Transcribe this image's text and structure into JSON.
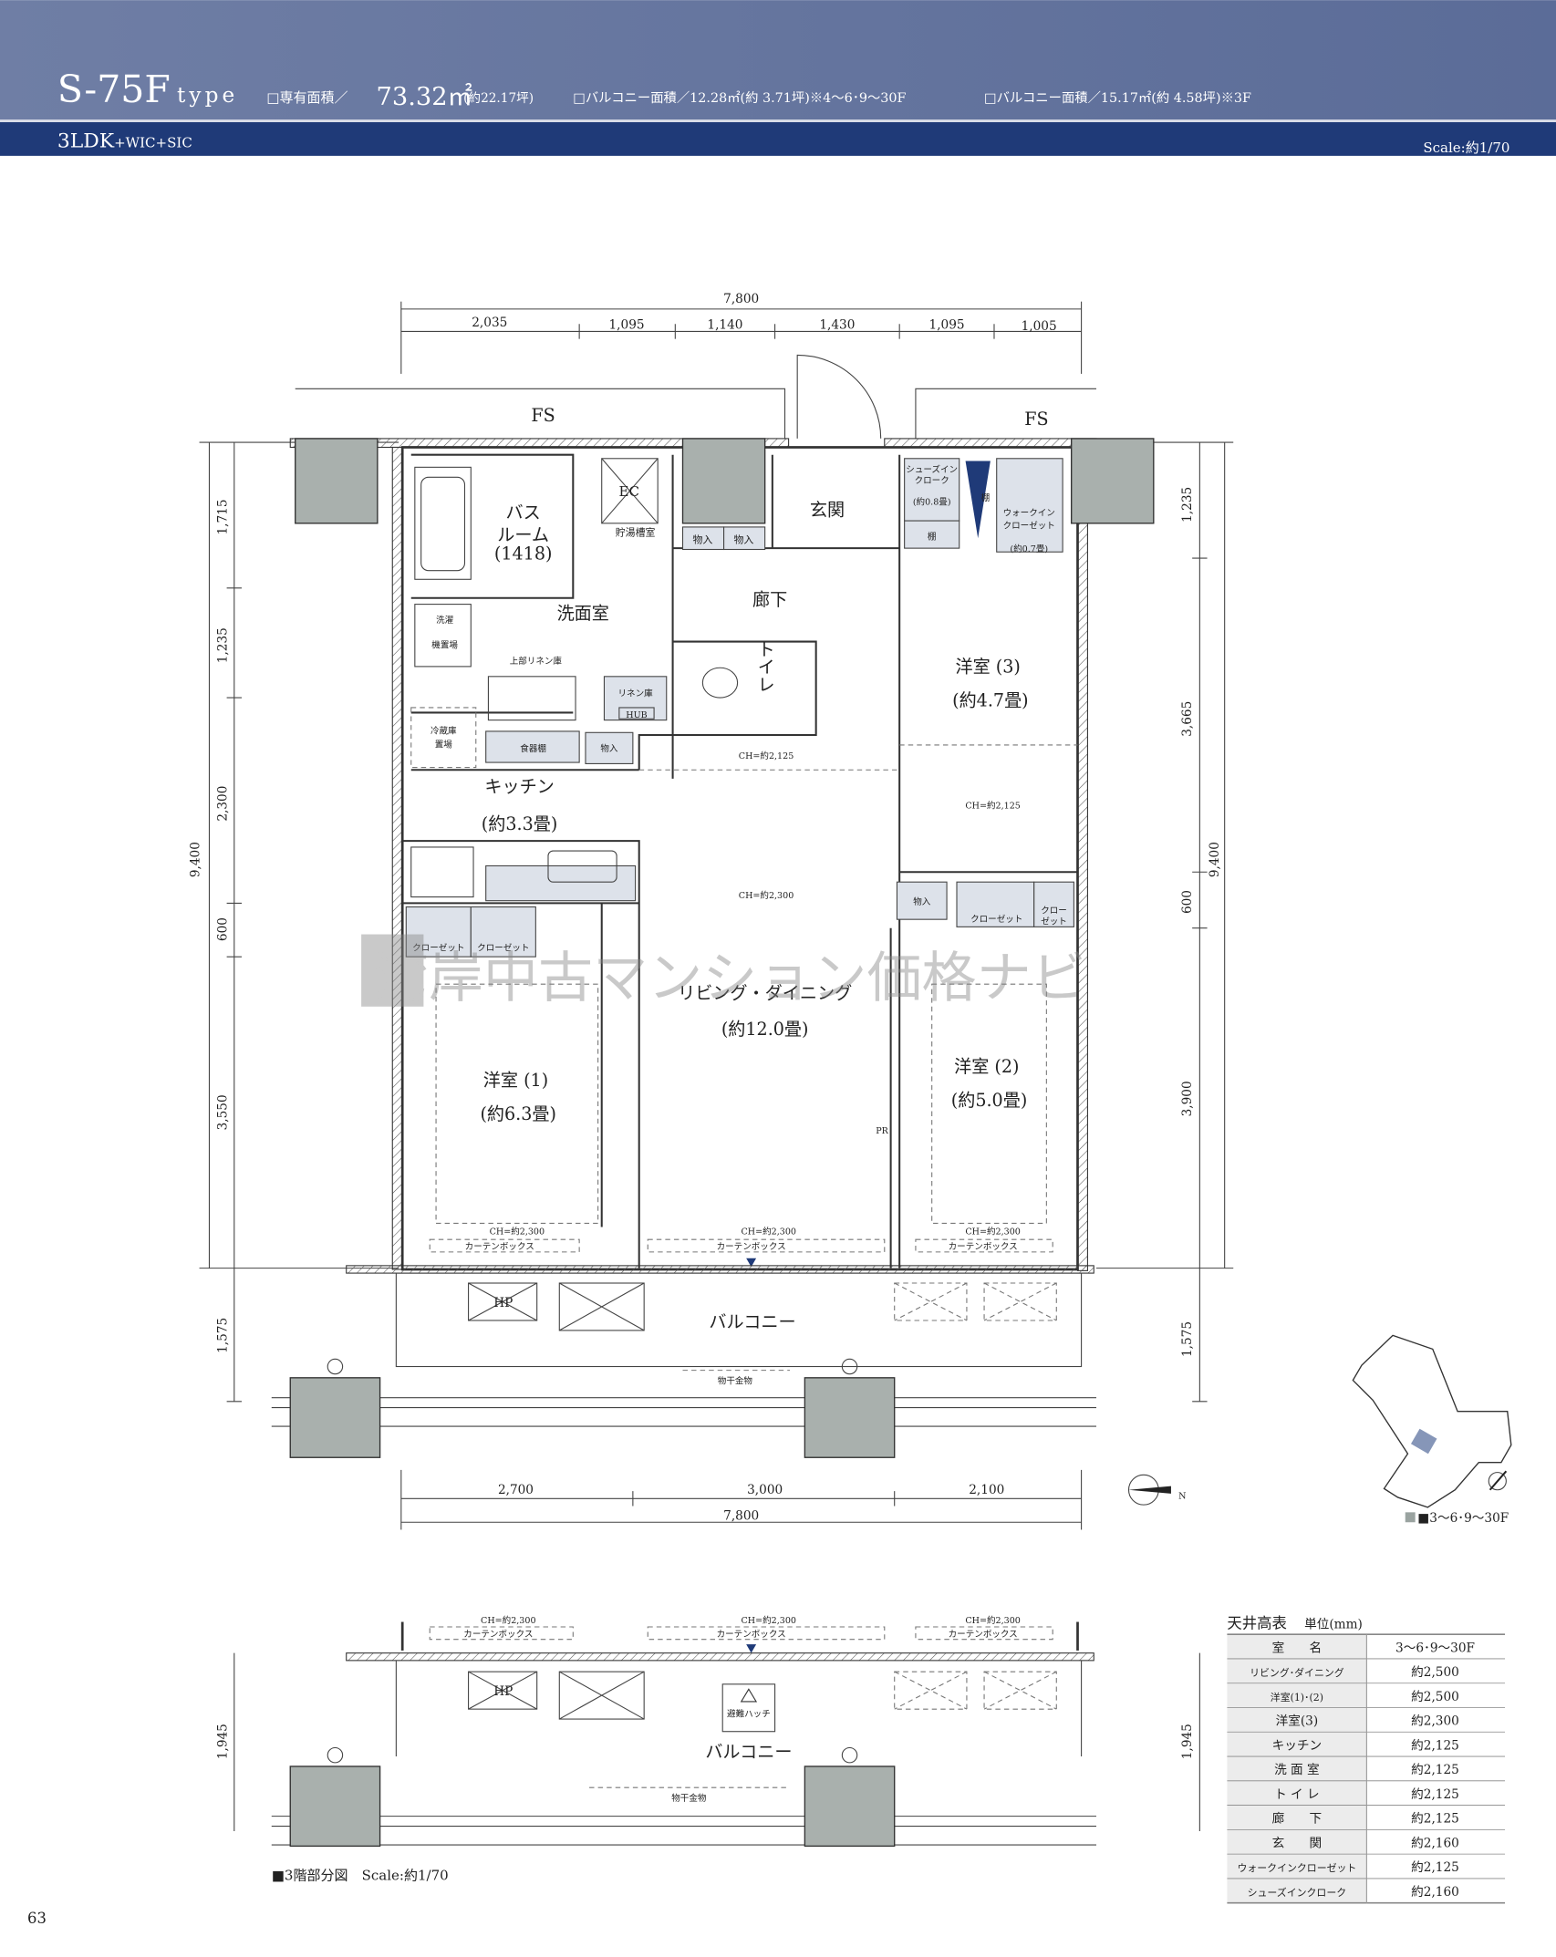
{
  "header": {
    "type_name": "S-75F",
    "type_suffix": "type",
    "area_label": "□専有面積／",
    "area_value": "73.32㎡",
    "area_tsubo": "(約22.17坪)",
    "balcony1": "□バルコニー面積／12.28㎡(約 3.71坪)※4～6･9～30F",
    "balcony2": "□バルコニー面積／15.17㎡(約 4.58坪)※3F",
    "layout": "3LDK",
    "layout_suffix": "+WIC+SIC",
    "scale": "Scale:約1/70",
    "colors": {
      "band_light": "#5f6f99",
      "band_dark": "#1f3a78"
    }
  },
  "dimensions": {
    "top_total": "7,800",
    "top": [
      "2,035",
      "1,095",
      "1,140",
      "1,430",
      "1,095",
      "1,005"
    ],
    "left_total": "9,400",
    "left": [
      "1,715",
      "1,235",
      "2,300",
      "600",
      "3,550",
      "1,575"
    ],
    "right_total": "9,400",
    "right": [
      "1,235",
      "3,665",
      "600",
      "3,900",
      "1,575"
    ],
    "bottom": [
      "2,700",
      "3,000",
      "2,100"
    ],
    "bottom_total": "7,800",
    "partial_left": "1,945",
    "partial_right": "1,945"
  },
  "plan": {
    "fs": "FS",
    "bath1": "バス",
    "bath2": "ルーム",
    "bath3": "(1418)",
    "ec": "EC",
    "water_heater": "貯湯槽室",
    "storage": "物入",
    "entrance": "玄関",
    "shoes1": "シューズイン",
    "shoes2": "クローク",
    "shoes3": "(約0.8畳)",
    "shelf": "棚",
    "wic1": "ウォークイン",
    "wic2": "クローゼット",
    "wic3": "(約0.7畳)",
    "washroom": "洗面室",
    "hallway": "廊下",
    "toilet": "トイレ",
    "washer1": "洗濯",
    "washer2": "機置場",
    "upper_linen": "上部リネン庫",
    "linen": "リネン庫",
    "hub": "HUB",
    "fridge1": "冷蔵庫",
    "fridge2": "置場",
    "cupboard": "食器棚",
    "kitchen": "キッチン",
    "kitchen_size": "(約3.3畳)",
    "room3": "洋室 (3)",
    "room3_size": "(約4.7畳)",
    "ld": "リビング・ダイニング",
    "ld_size": "(約12.0畳)",
    "room1": "洋室 (1)",
    "room1_size": "(約6.3畳)",
    "room2": "洋室 (2)",
    "room2_size": "(約5.0畳)",
    "closet": "クローゼット",
    "closet_a": "クロー",
    "closet_b": "ゼット",
    "ch_2125": "CH=約2,125",
    "ch_2300": "CH=約2,300",
    "curtain_box": "カーテンボックス",
    "balcony": "バルコニー",
    "hanger": "物干金物",
    "hp": "HP",
    "pr": "PR",
    "escape_hatch": "避難ハッチ",
    "n_mark": "N"
  },
  "keymap": {
    "legend": "■3～6･9～30F",
    "colors": {
      "unit": "#8696b8",
      "legend": "#9aa3a0"
    }
  },
  "partial": {
    "caption": "■3階部分図　Scale:約1/70"
  },
  "ceiling_table": {
    "title": "天井高表",
    "unit": "単位(mm)",
    "headers": [
      "室　　名",
      "3～6･9～30F"
    ],
    "rows": [
      [
        "リビング･ダイニング",
        "約2,500"
      ],
      [
        "洋室(1)･(2)",
        "約2,500"
      ],
      [
        "洋室(3)",
        "約2,300"
      ],
      [
        "キッチン",
        "約2,125"
      ],
      [
        "洗 面 室",
        "約2,125"
      ],
      [
        "ト イ レ",
        "約2,125"
      ],
      [
        "廊　　下",
        "約2,125"
      ],
      [
        "玄　　関",
        "約2,160"
      ],
      [
        "ウォークインクローゼット",
        "約2,125"
      ],
      [
        "シューズインクローク",
        "約2,160"
      ]
    ]
  },
  "watermark": "湾岸中古マンション価格ナビ",
  "page_number": "63"
}
